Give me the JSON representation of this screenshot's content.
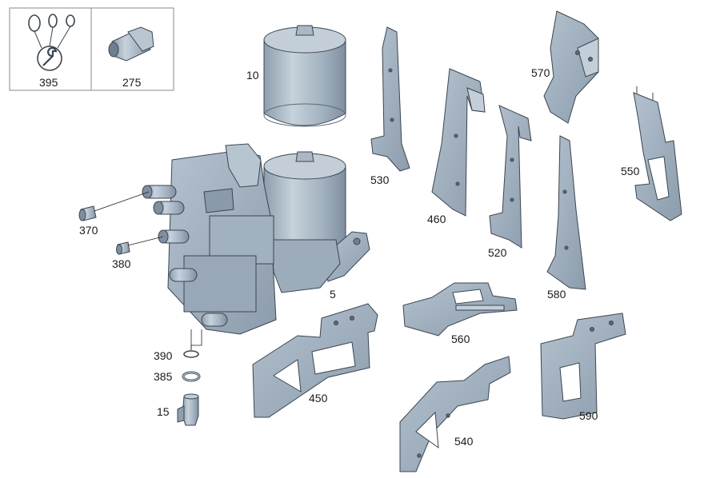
{
  "part_numbers": {
    "p10": "10",
    "p5": "5",
    "p15": "15",
    "p275": "275",
    "p370": "370",
    "p380": "380",
    "p385": "385",
    "p390": "390",
    "p395": "395",
    "p450": "450",
    "p460": "460",
    "p520": "520",
    "p530": "530",
    "p540": "540",
    "p550": "550",
    "p560": "560",
    "p570": "570",
    "p580": "580",
    "p590": "590"
  },
  "colors": {
    "part_fill": "#a9b8c6",
    "part_shade": "#8797a7",
    "part_light": "#c5d1db",
    "outline": "#3b4650",
    "leader": "#222222",
    "inset_border": "#888888"
  },
  "icons": [
    "wrench-icon",
    "o-ring-icon"
  ]
}
